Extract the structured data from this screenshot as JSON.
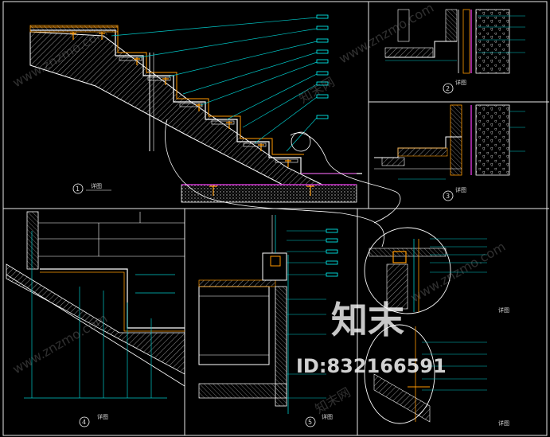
{
  "drawing": {
    "details": [
      {
        "number": "1",
        "caption": "详图"
      },
      {
        "number": "2",
        "caption": "详图"
      },
      {
        "number": "3",
        "caption": "详图"
      },
      {
        "number": "4",
        "caption": "详图"
      },
      {
        "number": "5",
        "caption": "详图"
      }
    ],
    "extra_captions": [
      "详图",
      "详图"
    ]
  },
  "watermark": {
    "brand": "知末",
    "id_text": "ID:832166591",
    "site_text": "www.znzmo.com",
    "site_cn": "知末网"
  },
  "colors": {
    "background": "#000000",
    "frame": "#e8e8e8",
    "leader": "#00c8c8",
    "hatch": "#ffffff",
    "structure_orange": "#ff9900",
    "finish_magenta": "#cc33cc",
    "tag": "#00ffff"
  }
}
